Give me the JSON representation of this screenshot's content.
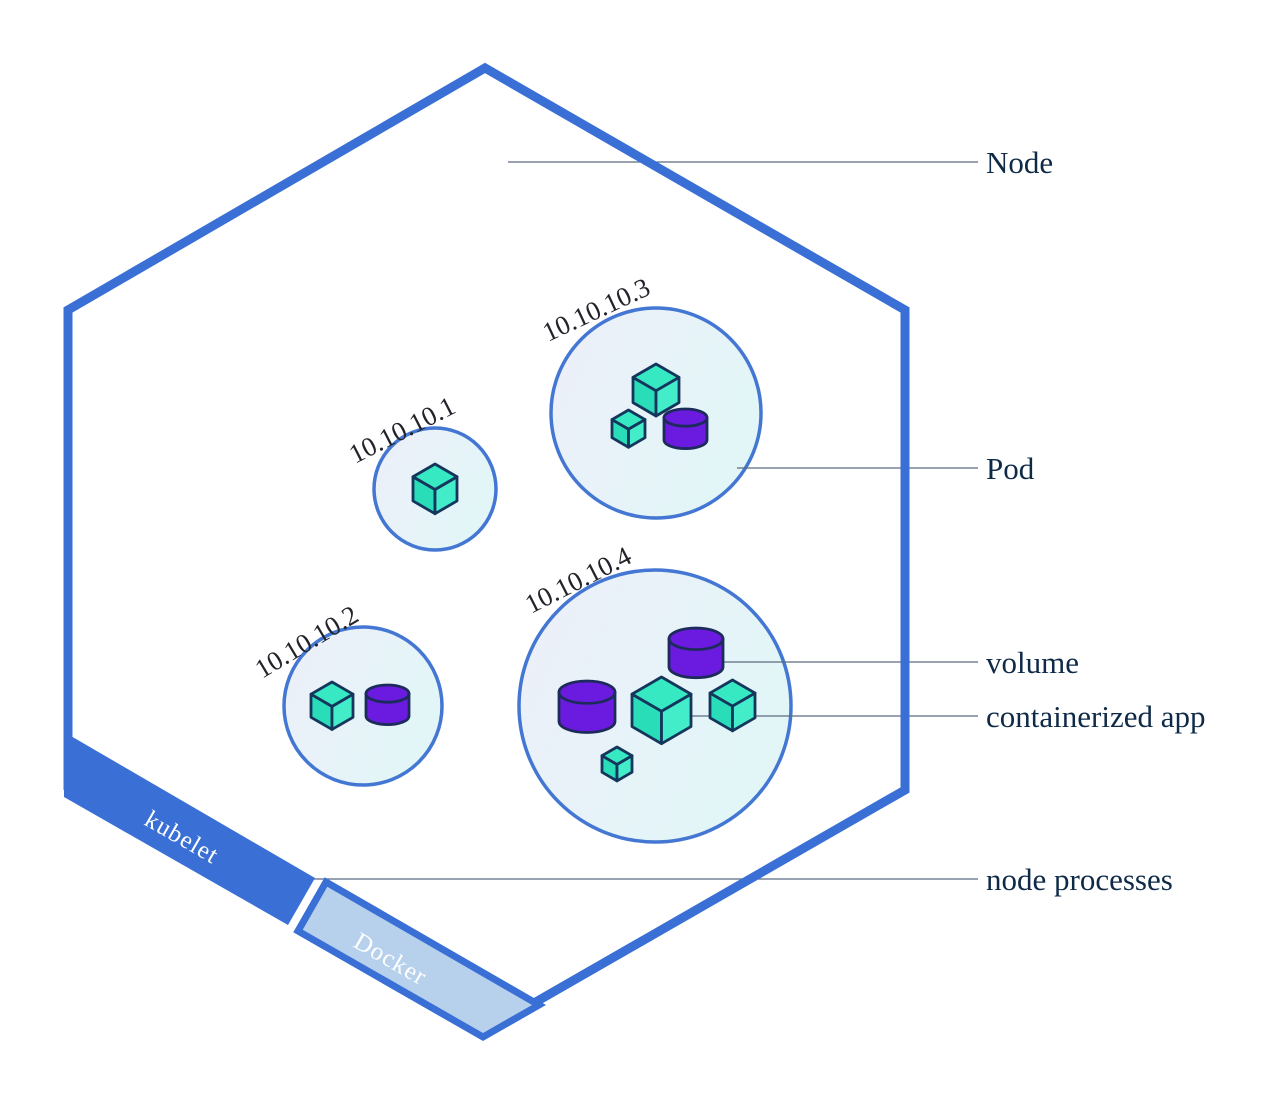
{
  "labels": {
    "node": "Node",
    "pod": "Pod",
    "volume": "volume",
    "containerized_app": "containerized app",
    "node_processes": "node processes",
    "kubelet": "kubelet",
    "docker": "Docker"
  },
  "pods": [
    {
      "ip": "10.10.10.1"
    },
    {
      "ip": "10.10.10.2"
    },
    {
      "ip": "10.10.10.3"
    },
    {
      "ip": "10.10.10.4"
    }
  ],
  "colors": {
    "hexagon_border": "#3A70D6",
    "kubelet_band": "#3A70D6",
    "docker_band_fill": "#B7D1EC",
    "docker_band_border": "#3A70D6",
    "pod_border": "#4377D3",
    "pod_fill_start": "#EDEFF9",
    "pod_fill_end": "#E2F6F7",
    "cube_top": "#36E9C3",
    "cube_left": "#2ADDB9",
    "cube_right": "#43EDCA",
    "cube_outline": "#15365C",
    "cylinder_fill": "#6B1BE0",
    "cylinder_outline": "#1D2B5C",
    "connector_line": "#5C6B80",
    "label_text": "#0E2A47",
    "ip_text": "#23242B",
    "band_text": "#FFFFFF"
  }
}
